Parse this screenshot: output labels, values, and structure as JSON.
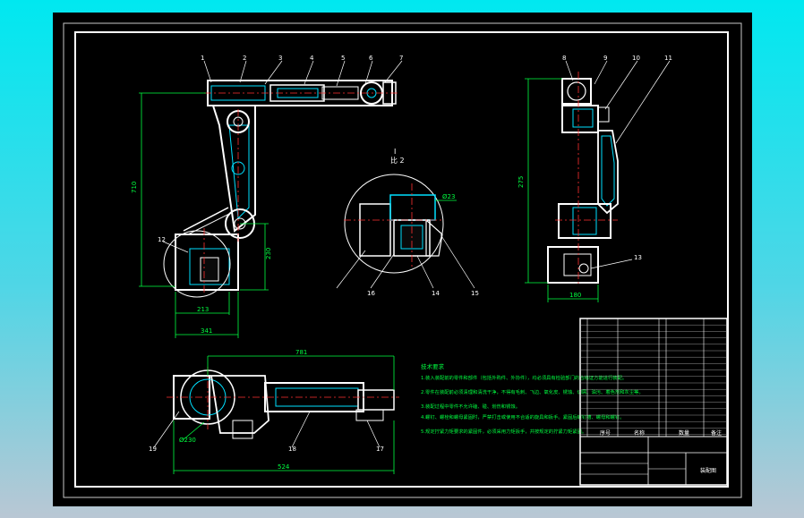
{
  "drawing": {
    "section_mark": "I",
    "section_scale": "比 2",
    "part_numbers": [
      "1",
      "2",
      "3",
      "4",
      "5",
      "6",
      "7",
      "8",
      "9",
      "10",
      "11",
      "12",
      "13",
      "14",
      "15",
      "16",
      "17",
      "18",
      "19"
    ],
    "dimensions": {
      "front_height": "710",
      "front_base_height": "230",
      "front_width_inner": "213",
      "front_width_outer": "341",
      "side_height": "275",
      "side_width": "180",
      "top_length_outer": "781",
      "top_length_total": "524",
      "top_circle": "Ø230",
      "detail_bore": "Ø23"
    },
    "requirements_title": "技术要求",
    "requirements": [
      "1.装入装配前的零件和部件（包括外购件、外协件），均必须具有检验部门的合格证方能进行装配。",
      "2.零件在装配前必须清理和清洗干净，不得有毛刺、飞边、氧化皮、锈蚀、切屑、油污、着色剂和灰尘等。",
      "3.装配过程中零件不允许磕、碰、划伤和锈蚀。",
      "4.螺钉、螺栓和螺母紧固时，严禁打击或使用不合适的旋具和扳手。紧固后螺钉槽、螺母和螺钉。",
      "5.规定拧紧力矩要求的紧固件，必须采用力矩扳手，并按规定的拧紧力矩紧固。"
    ],
    "title_block": {
      "header": [
        "序号",
        "名称",
        "数量",
        "备注"
      ],
      "drawing_name": "装配图"
    }
  }
}
